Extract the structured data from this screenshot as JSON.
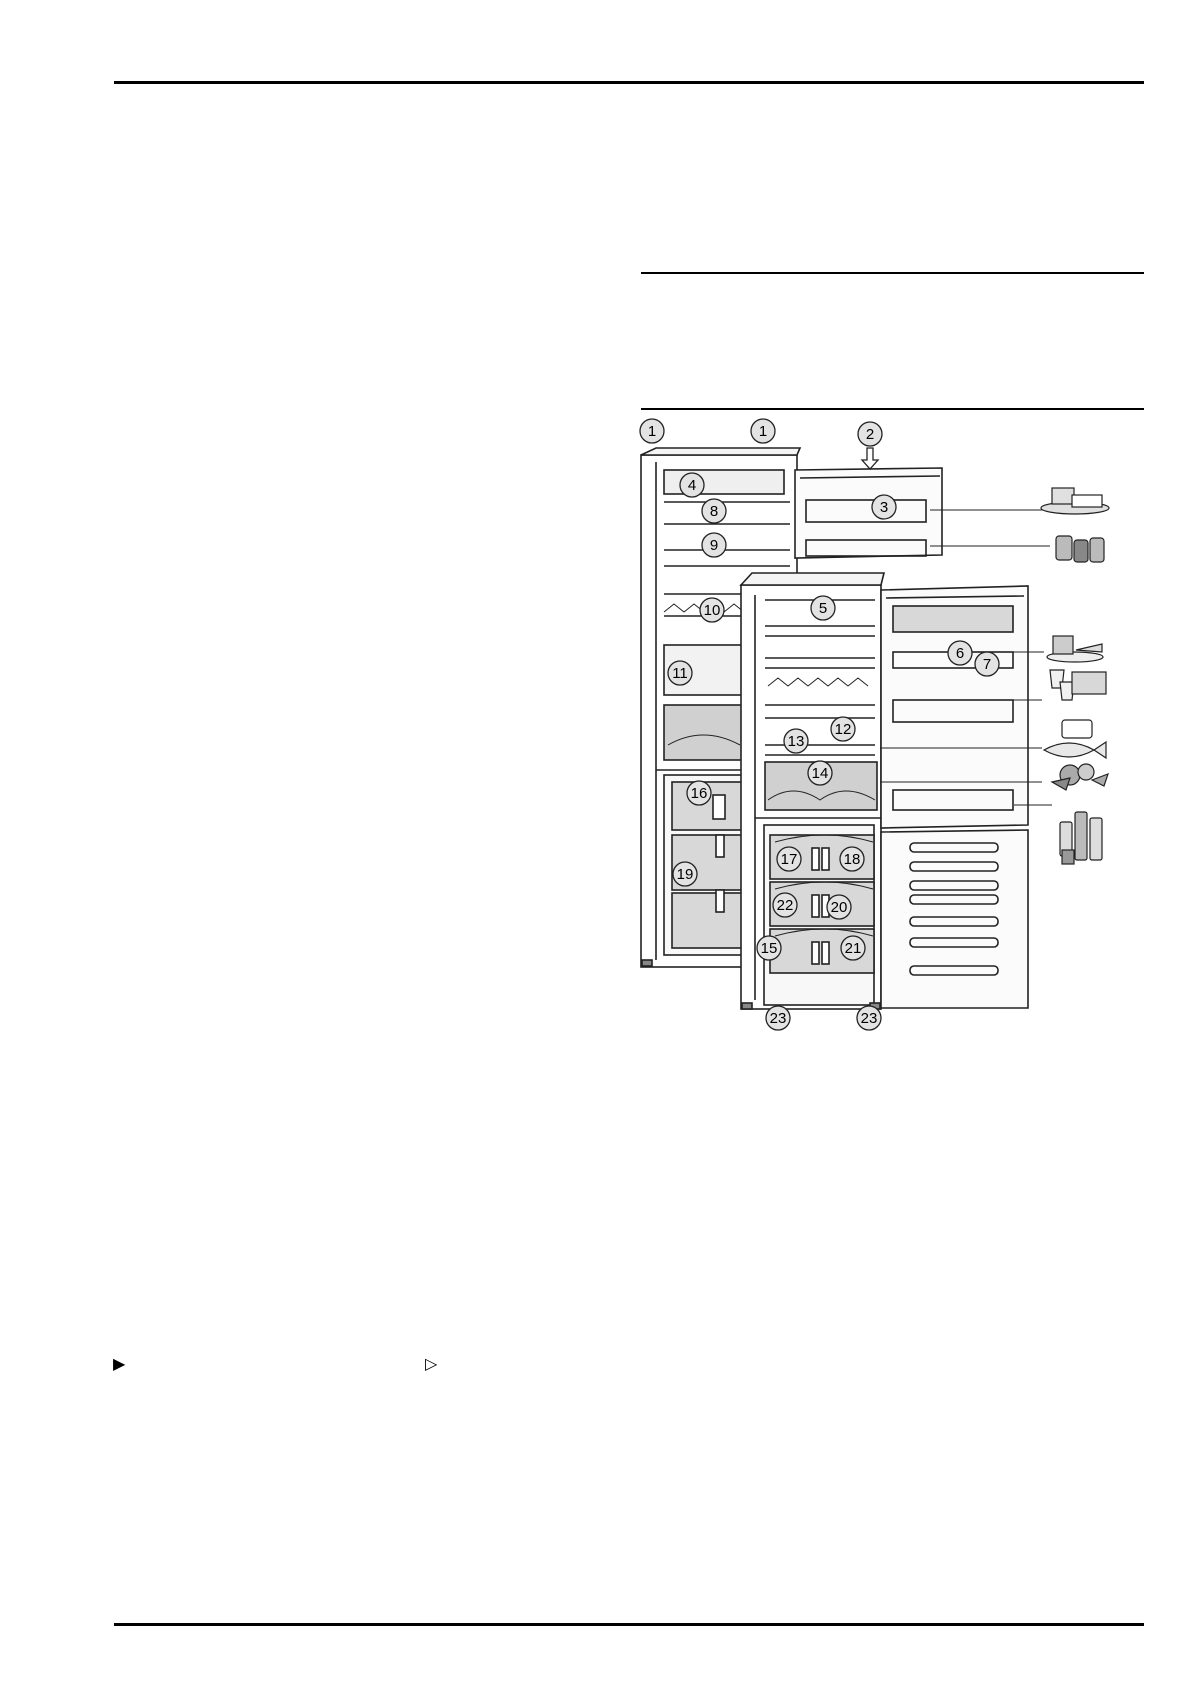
{
  "diagram": {
    "callouts": [
      {
        "id": "c1a",
        "label": "1"
      },
      {
        "id": "c1b",
        "label": "1"
      },
      {
        "id": "c2",
        "label": "2"
      },
      {
        "id": "c3",
        "label": "3"
      },
      {
        "id": "c4",
        "label": "4"
      },
      {
        "id": "c5",
        "label": "5"
      },
      {
        "id": "c6",
        "label": "6"
      },
      {
        "id": "c7",
        "label": "7"
      },
      {
        "id": "c8",
        "label": "8"
      },
      {
        "id": "c9",
        "label": "9"
      },
      {
        "id": "c10",
        "label": "10"
      },
      {
        "id": "c11",
        "label": "11"
      },
      {
        "id": "c12",
        "label": "12"
      },
      {
        "id": "c13",
        "label": "13"
      },
      {
        "id": "c14",
        "label": "14"
      },
      {
        "id": "c15",
        "label": "15"
      },
      {
        "id": "c16",
        "label": "16"
      },
      {
        "id": "c17",
        "label": "17"
      },
      {
        "id": "c18",
        "label": "18"
      },
      {
        "id": "c19",
        "label": "19"
      },
      {
        "id": "c20",
        "label": "20"
      },
      {
        "id": "c21",
        "label": "21"
      },
      {
        "id": "c22",
        "label": "22"
      },
      {
        "id": "c23a",
        "label": "23"
      },
      {
        "id": "c23b",
        "label": "23"
      }
    ],
    "food_icons": [
      "cheese-butter-icon",
      "jars-icon",
      "cake-icon",
      "yogurt-container-icon",
      "pot-fish-icon",
      "vegetables-icon",
      "bottles-icon"
    ]
  },
  "symbols": {
    "action_marker": "▶",
    "result_marker": "▷"
  }
}
